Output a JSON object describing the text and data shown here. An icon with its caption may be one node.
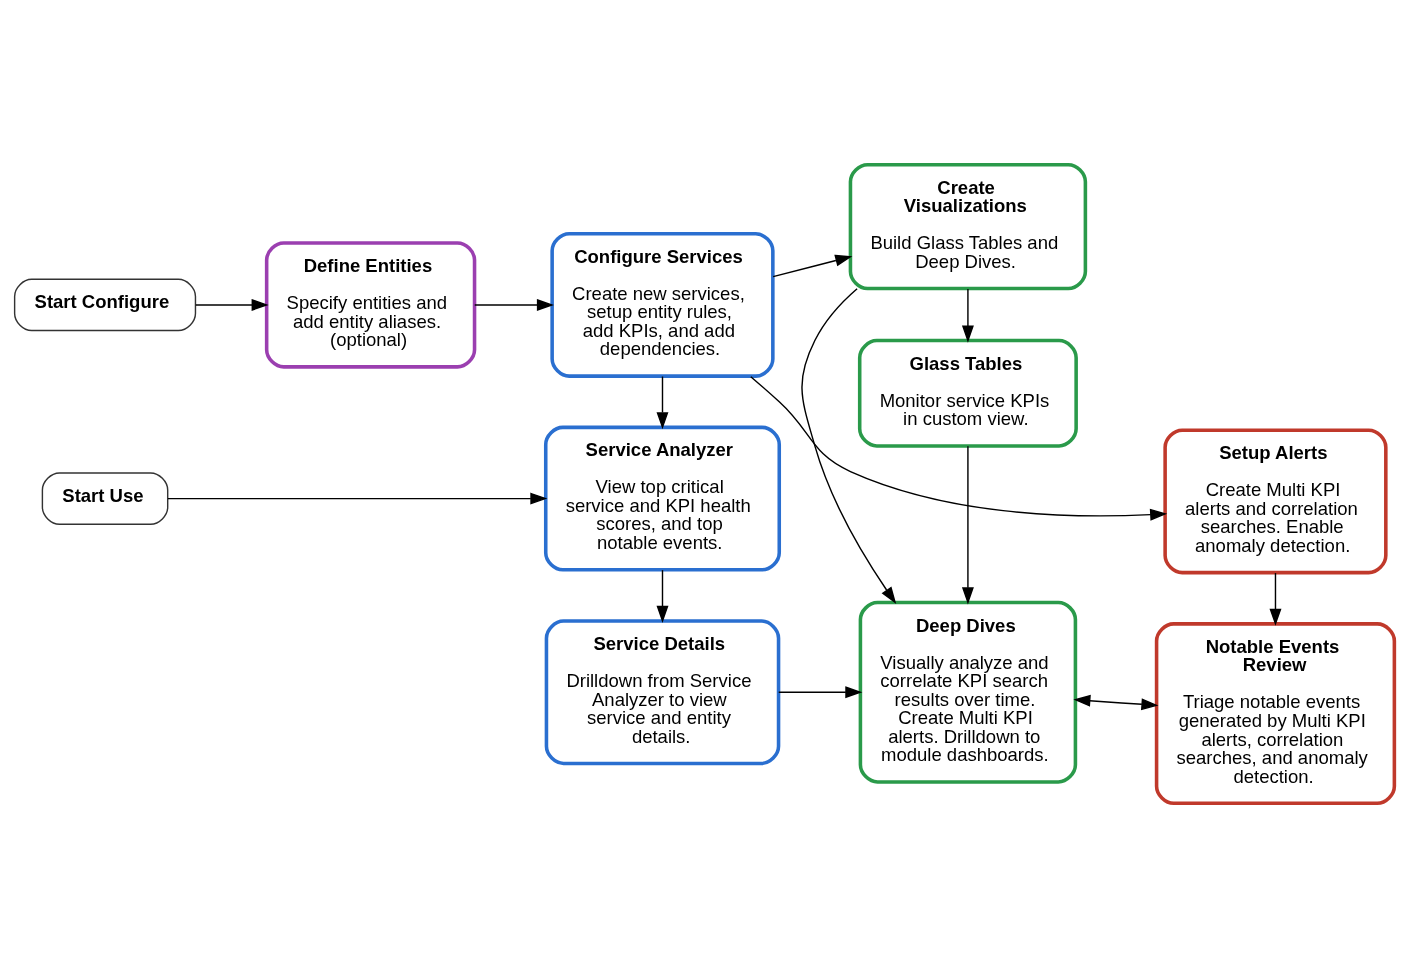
{
  "diagram": {
    "nodes": [
      {
        "text": [
          "Start Configure"
        ]
      },
      {
        "text": [
          "Define Entities",
          "Specify entities and add entity aliases. (optional)"
        ]
      },
      {
        "text": [
          "Configure Services",
          "Create new services, setup entity rules, add KPIs, and add dependencies."
        ]
      },
      {
        "text": [
          "Create Visualizations",
          "Build Glass Tables and Deep Dives."
        ]
      },
      {
        "text": [
          "Setup Alerts",
          "Create Multi KPI alerts and correlation searches. Enable anomaly detection."
        ]
      },
      {
        "text": [
          "Start Use"
        ]
      },
      {
        "text": [
          "Service Analyzer",
          "View top critical service and KPI health scores, and top notable events."
        ]
      },
      {
        "text": [
          "Glass Tables",
          "Monitor service KPIs in custom view."
        ]
      },
      {
        "text": [
          "Service Details",
          "Drilldown from Service Analyzer to view service and entity details."
        ]
      },
      {
        "text": [
          "Deep Dives",
          "Visually analyze and correlate KPI search results over time. Create Multi KPI alerts. Drilldown to module dashboards."
        ]
      },
      {
        "text": [
          "Notable Events Review",
          "Triage notable events generated by Multi KPI alerts, correlation searches, and anomaly detection."
        ]
      }
    ],
    "edges": [
      {
        "from": 0,
        "to": 1,
        "arrow": "to"
      },
      {
        "from": 1,
        "to": 2,
        "arrow": "to"
      },
      {
        "from": 2,
        "to": 4,
        "arrow": "to"
      },
      {
        "from": 2,
        "to": 3,
        "arrow": "to"
      },
      {
        "from": 2,
        "to": 6,
        "arrow": "to"
      },
      {
        "from": 3,
        "to": 7,
        "arrow": "to"
      },
      {
        "from": 3,
        "to": 9,
        "arrow": "to"
      },
      {
        "from": 4,
        "to": 10,
        "arrow": "to"
      },
      {
        "from": 5,
        "to": 6,
        "arrow": "to"
      },
      {
        "from": 6,
        "to": 8,
        "arrow": "to"
      },
      {
        "from": 7,
        "to": 9,
        "arrow": "to"
      },
      {
        "from": 8,
        "to": 9,
        "arrow": "to"
      },
      {
        "from": 9,
        "to": 10,
        "arrow": "both"
      }
    ]
  }
}
